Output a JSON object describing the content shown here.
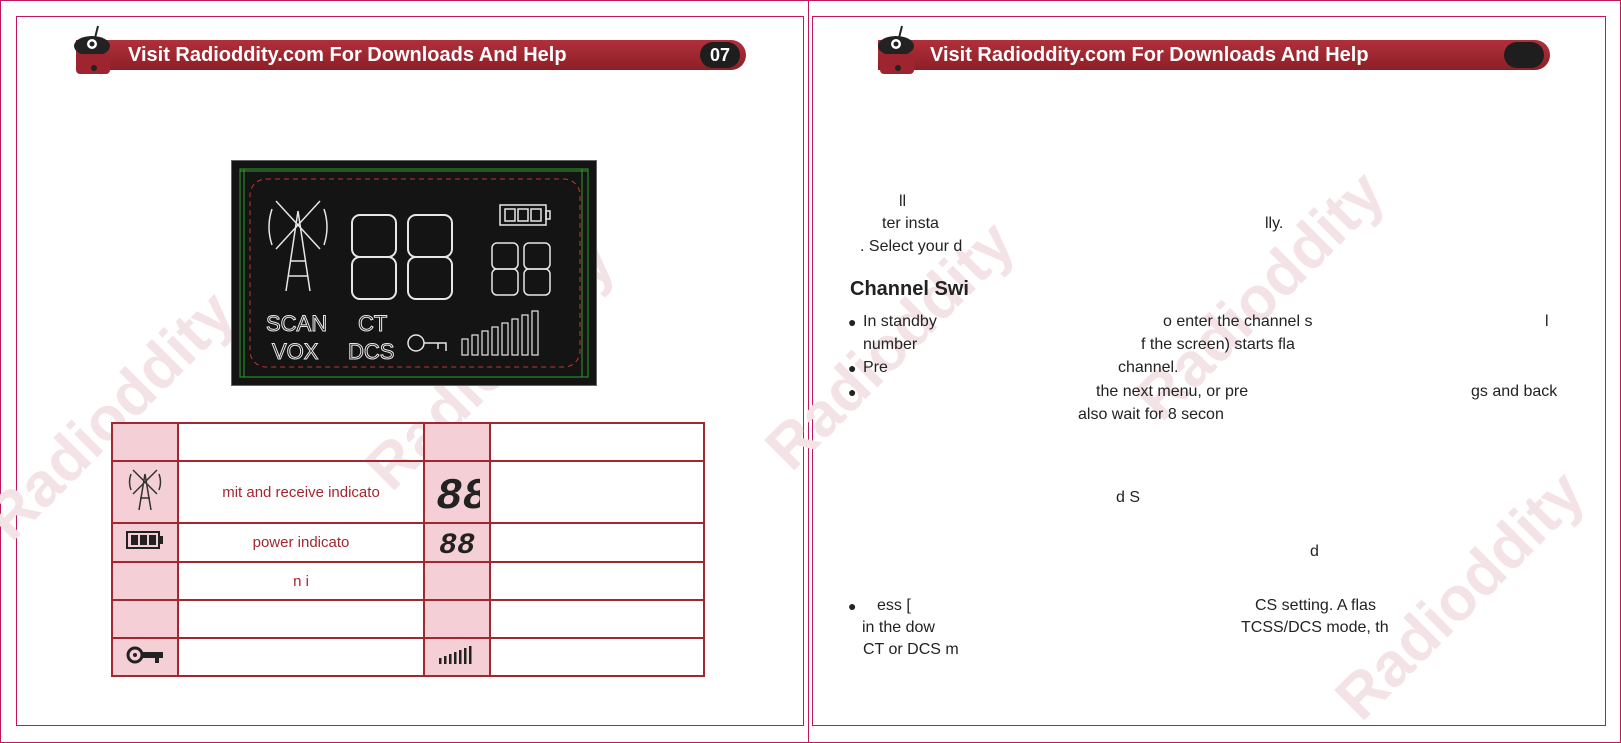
{
  "left_page": {
    "header": {
      "title": "Visit Radioddity.com For Downloads And Help",
      "page_number": "07"
    },
    "lcd": {
      "labels": [
        "SCAN",
        "CT",
        "VOX",
        "DCS"
      ],
      "digits_main": "88",
      "digits_small": "88"
    },
    "legend_rows": [
      {
        "icon": "",
        "desc": "",
        "icon2": "",
        "desc2": ""
      },
      {
        "icon": "antenna-tower-icon",
        "desc": "mit and receive indicato",
        "icon2": "88",
        "desc2": ""
      },
      {
        "icon": "battery-icon",
        "desc": "power indicato",
        "icon2": "88",
        "desc2": ""
      },
      {
        "icon": "",
        "desc": "n i",
        "icon2": "",
        "desc2": ""
      },
      {
        "icon": "",
        "desc": "",
        "icon2": "",
        "desc2": ""
      },
      {
        "icon": "key-icon",
        "desc": "",
        "icon2": "signal-bars-icon",
        "desc2": ""
      }
    ]
  },
  "right_page": {
    "header": {
      "title": "Visit Radioddity.com For Downloads And Help",
      "page_number": ""
    },
    "intro": [
      "ll",
      "ter insta",
      "lly.",
      ". Select your d"
    ],
    "section_title": "Channel Swi",
    "bullets": [
      {
        "parts": [
          "In standby",
          "o enter the channel s",
          "l"
        ]
      },
      {
        "parts": [
          "number",
          "f the screen) starts fla"
        ]
      },
      {
        "parts": [
          "Pre",
          "channel."
        ]
      },
      {
        "parts": [
          "the next menu, or pre",
          "gs and back"
        ]
      },
      {
        "parts": [
          "also wait for 8 secon"
        ]
      }
    ],
    "fragments": [
      "d S",
      "d"
    ],
    "last": {
      "parts": [
        "ess [",
        "CS setting. A flas",
        "in the dow",
        "TCSS/DCS mode, th",
        "CT or DCS m"
      ]
    }
  }
}
